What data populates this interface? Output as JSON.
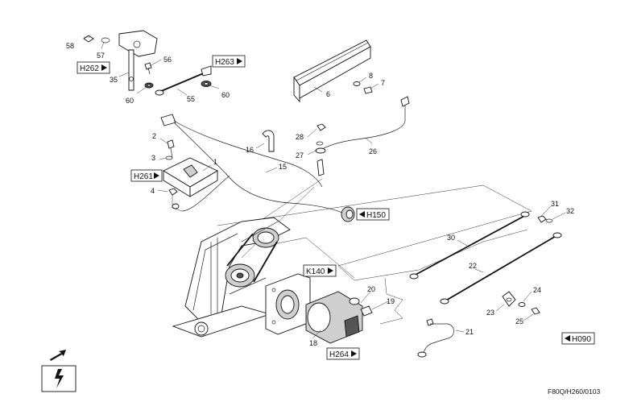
{
  "parts": {
    "p1": "1",
    "p2": "2",
    "p3": "3",
    "p4": "4",
    "p6": "6",
    "p7": "7",
    "p8": "8",
    "p15": "15",
    "p16": "16",
    "p18": "18",
    "p19": "19",
    "p20": "20",
    "p21": "21",
    "p22": "22",
    "p23": "23",
    "p24": "24",
    "p25": "25",
    "p26": "26",
    "p27": "27",
    "p28": "28",
    "p30": "30",
    "p31": "31",
    "p32": "32",
    "p35": "35",
    "p55": "55",
    "p56": "56",
    "p57": "57",
    "p58": "58",
    "p60a": "60",
    "p60b": "60"
  },
  "refs": {
    "h262": "H262",
    "h263": "H263",
    "h261": "H261",
    "h150": "H150",
    "k140": "K140",
    "h264": "H264",
    "h090": "H090"
  },
  "caption": "F80Q/H260/0103",
  "icons": {
    "direction": "arrow-icon",
    "warning": "lightning-icon"
  }
}
